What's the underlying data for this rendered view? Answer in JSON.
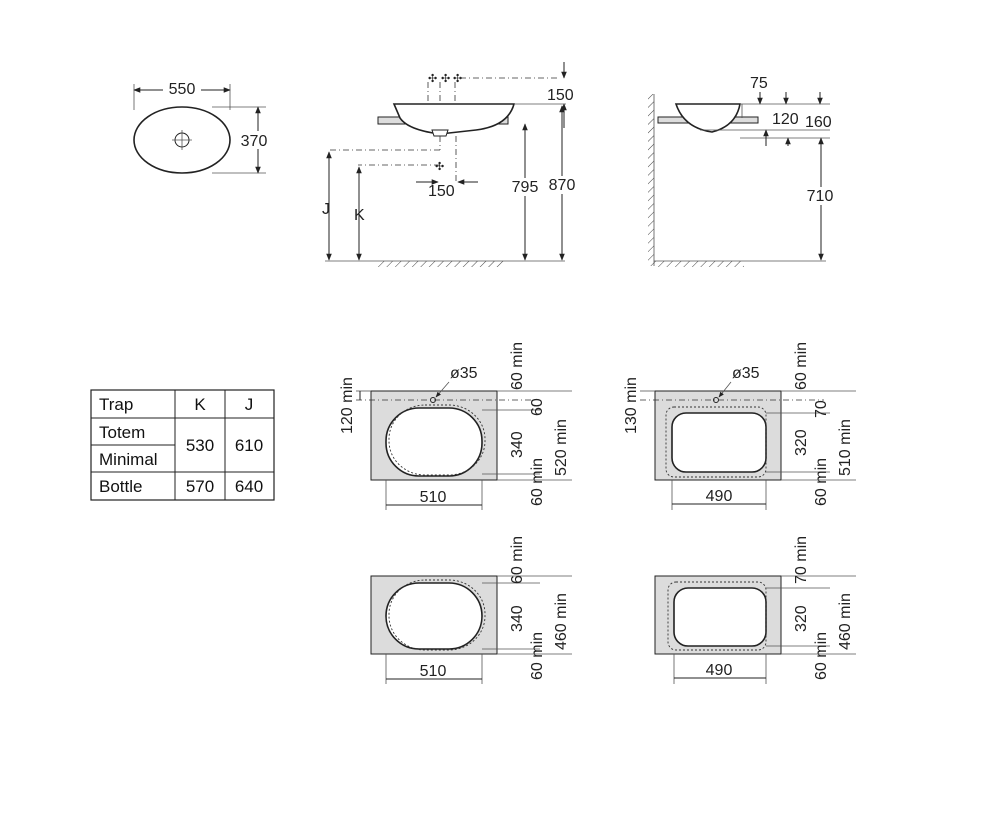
{
  "top_view": {
    "width": "550",
    "depth": "370"
  },
  "front_view": {
    "tap_offset": "150",
    "drain_offset": "150",
    "height_795": "795",
    "height_870": "870",
    "label_j": "J",
    "label_k": "K"
  },
  "side_view": {
    "d75": "75",
    "d120": "120",
    "d160": "160",
    "d710": "710"
  },
  "trap_table": {
    "headers": [
      "Trap",
      "K",
      "J"
    ],
    "rows": [
      {
        "trap": "Totem",
        "k": "530",
        "j": "610"
      },
      {
        "trap": "Minimal",
        "k": "",
        "j": ""
      },
      {
        "trap": "Bottle",
        "k": "570",
        "j": "640"
      }
    ]
  },
  "cutouts": [
    {
      "hole": "ø35",
      "left_dim": "120 min",
      "top": "60 min",
      "upper": "60",
      "basin": "340",
      "bottom": "60 min",
      "total": "520 min",
      "width": "510"
    },
    {
      "hole": "ø35",
      "left_dim": "130 min",
      "top": "60 min",
      "upper": "70",
      "basin": "320",
      "bottom": "60 min",
      "total": "510 min",
      "width": "490"
    },
    {
      "top": "60 min",
      "basin": "340",
      "bottom": "60 min",
      "total": "460 min",
      "width": "510"
    },
    {
      "top": "70 min",
      "basin": "320",
      "bottom": "60 min",
      "total": "460 min",
      "width": "490"
    }
  ],
  "colors": {
    "line": "#222222",
    "panel": "#dcdcdc"
  }
}
